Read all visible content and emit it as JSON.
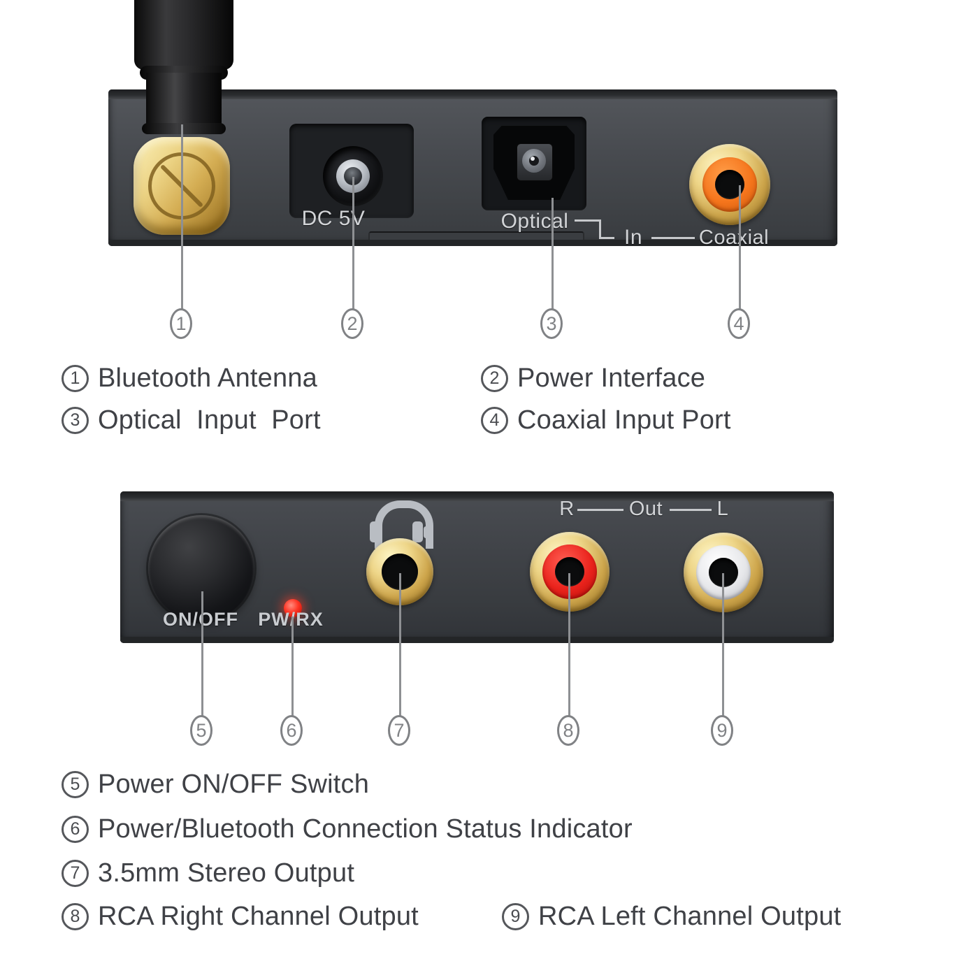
{
  "back_panel": {
    "dc_label": "DC 5V",
    "optical_label": "Optical",
    "in_label": "In",
    "coaxial_label": "Coaxial"
  },
  "front_panel": {
    "onoff_label": "ON/OFF",
    "pwrx_label": "PW/RX",
    "right_label": "R",
    "out_label": "Out",
    "left_label": "L"
  },
  "legend": {
    "top": [
      {
        "num": "1",
        "label": "Bluetooth Antenna"
      },
      {
        "num": "2",
        "label": "Power Interface"
      },
      {
        "num": "3",
        "label": "Optical  Input  Port"
      },
      {
        "num": "4",
        "label": "Coaxial Input Port"
      }
    ],
    "bottom": [
      {
        "num": "5",
        "label": "Power ON/OFF Switch"
      },
      {
        "num": "6",
        "label": "Power/Bluetooth Connection Status Indicator"
      },
      {
        "num": "7",
        "label": "3.5mm Stereo Output"
      },
      {
        "num": "8",
        "label": "RCA Right Channel Output"
      },
      {
        "num": "9",
        "label": "RCA Left Channel Output"
      }
    ]
  },
  "colors": {
    "panel_gray": "#45484d",
    "gold": "#d8b55e",
    "coaxial_orange": "#f5751c",
    "rca_red": "#ea231c",
    "rca_white": "#e6e7ea",
    "led_red": "#ff3524",
    "panel_label": "#d2d4d7",
    "legend_text": "#3f4146",
    "callout_gray": "#8e9093"
  }
}
